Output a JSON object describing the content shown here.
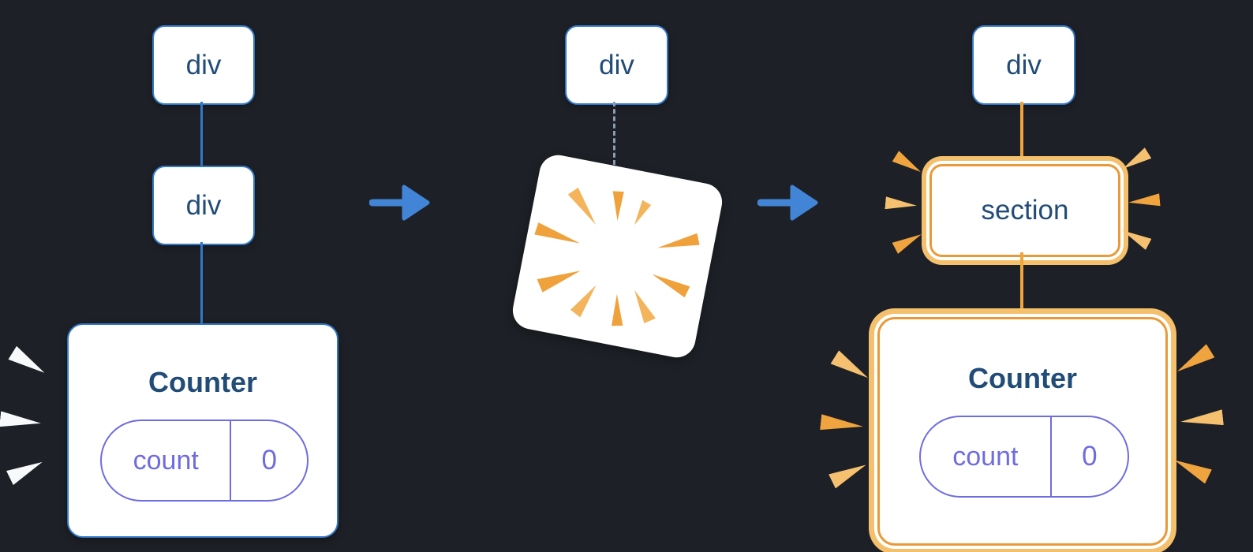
{
  "left_tree": {
    "root": "div",
    "child": "div",
    "component": {
      "name": "Counter",
      "state_key": "count",
      "state_value": "0"
    }
  },
  "transition": {
    "root": "div"
  },
  "right_tree": {
    "root": "div",
    "child": "section",
    "component": {
      "name": "Counter",
      "state_key": "count",
      "state_value": "0"
    }
  },
  "colors": {
    "background": "#1d2026",
    "box_border_blue": "#3178c6",
    "text_navy": "#214c77",
    "arrow_blue": "#4285d6",
    "highlight_orange": "#efa43e",
    "highlight_orange_light": "#f4c06c",
    "state_purple": "#6f6cdf",
    "spark_white": "#f7f9fb",
    "dashed_gray": "#8a9db3"
  },
  "icons": [
    "arrow-right-icon",
    "burst-icon",
    "spark-icon"
  ]
}
